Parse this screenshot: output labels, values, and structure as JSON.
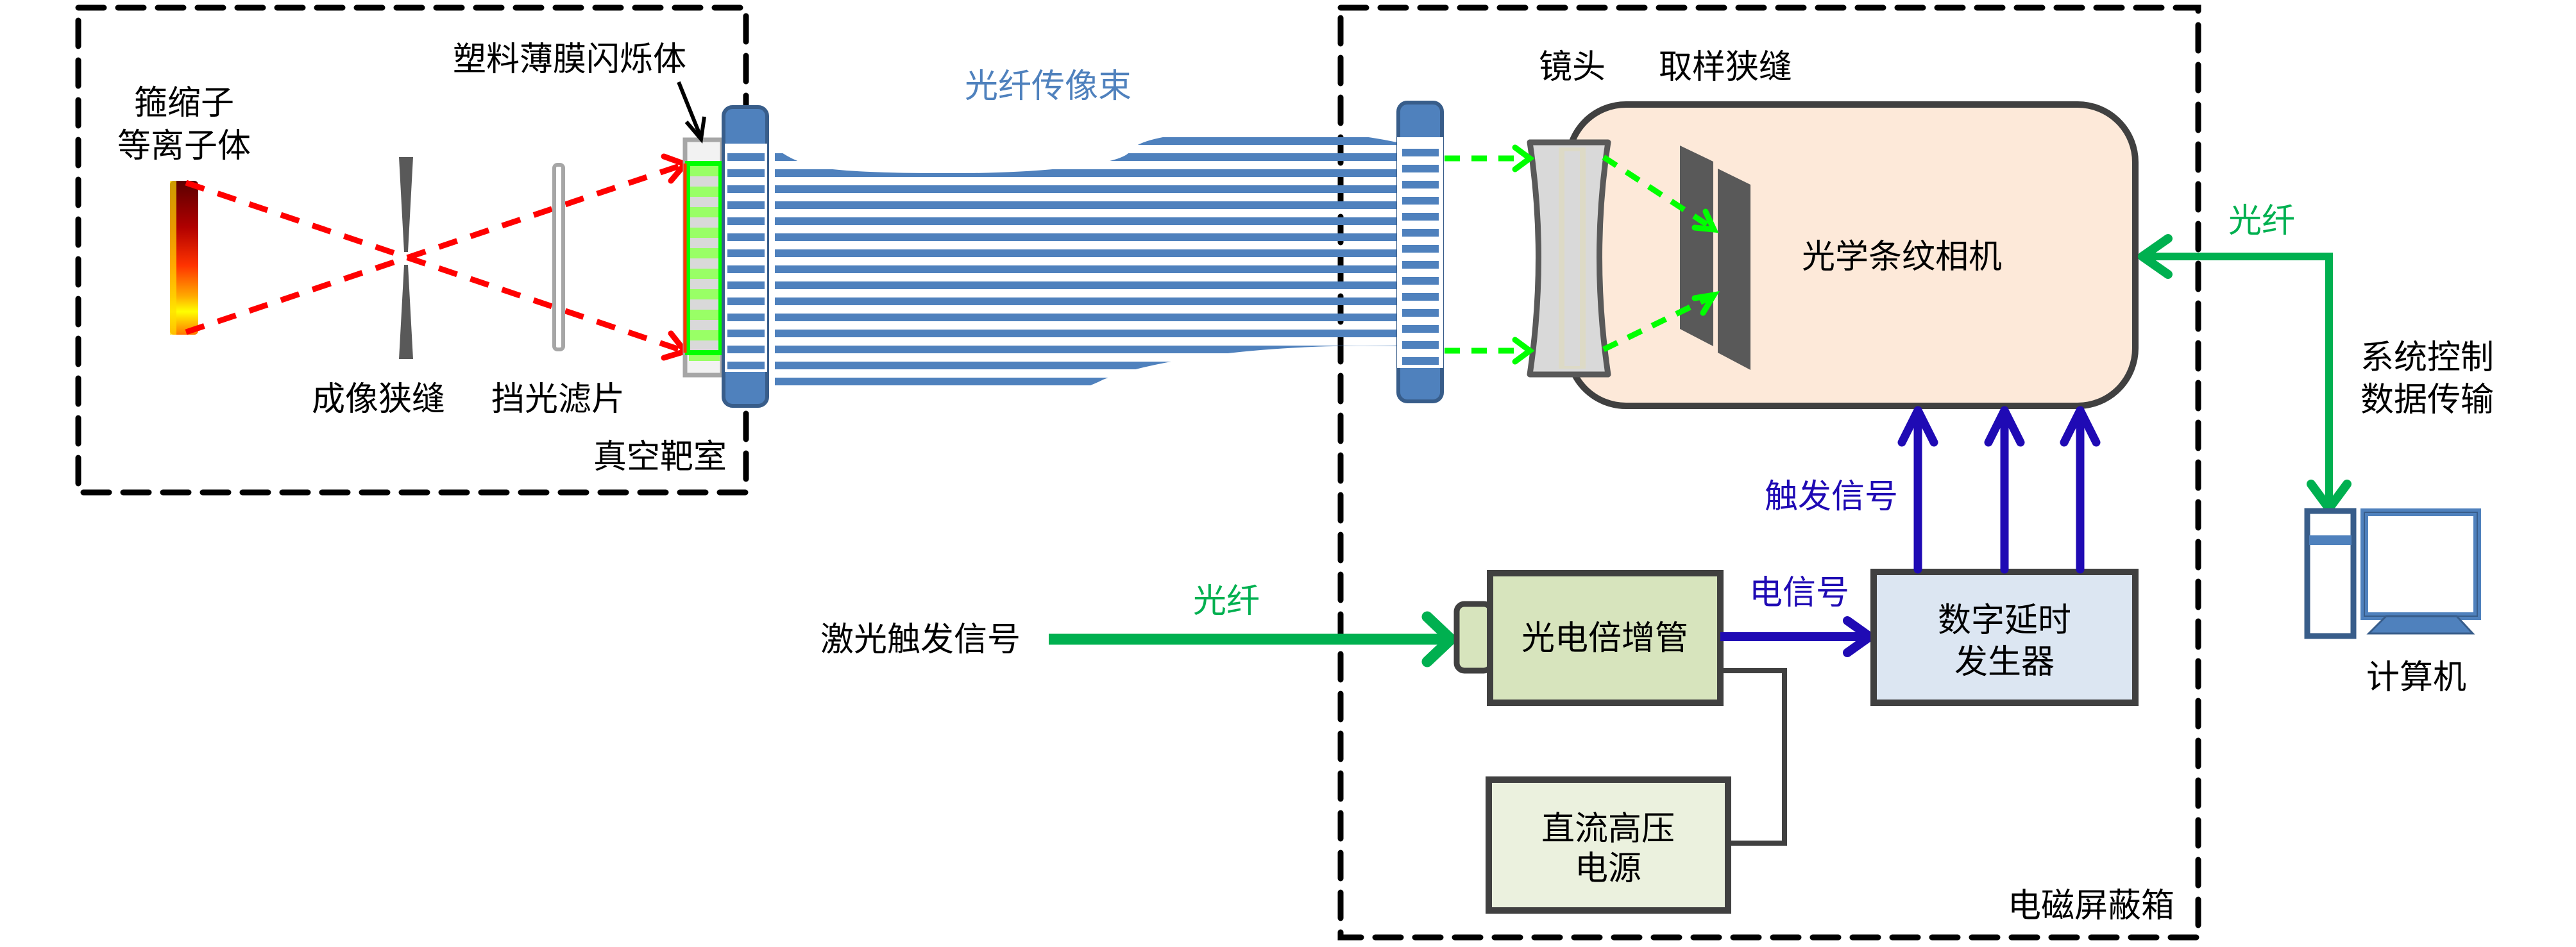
{
  "title": "光学条纹相机测量系统示意图",
  "colors": {
    "fiber_blue": "#4F81BD",
    "fiber_dark": "#385D8A",
    "beam_red": "#FF0000",
    "beam_green": "#00FF00",
    "fiber_cable_green": "#00B050",
    "signal_navy": "#1F0AB4",
    "camera_fill": "#FDE9D9",
    "pmt_fill": "#D7E4BD",
    "hv_fill": "#EBF1DE",
    "delay_fill": "#DCE6F2",
    "box_stroke": "#404040"
  },
  "regions": {
    "vacuum_chamber": {
      "label": "真空靶室"
    },
    "em_shield_box": {
      "label": "电磁屏蔽箱"
    }
  },
  "components": {
    "plasma": {
      "label_line1": "箍缩子",
      "label_line2": "等离子体"
    },
    "imaging_slit": {
      "label": "成像狭缝"
    },
    "filter": {
      "label": "挡光滤片"
    },
    "scintillator": {
      "label": "塑料薄膜闪烁体"
    },
    "fiber_bundle": {
      "label": "光纤传像束"
    },
    "lens": {
      "label": "镜头"
    },
    "sampling_slit": {
      "label": "取样狭缝"
    },
    "streak_camera": {
      "label": "光学条纹相机"
    },
    "pmt": {
      "label": "光电倍增管"
    },
    "delay_generator": {
      "label_line1": "数字延时",
      "label_line2": "发生器"
    },
    "hv_supply": {
      "label_line1": "直流高压",
      "label_line2": "电源"
    },
    "computer": {
      "label": "计算机"
    }
  },
  "signals": {
    "laser_trigger": {
      "label": "激光触发信号"
    },
    "fiber_in": {
      "label": "光纤"
    },
    "electric_signal": {
      "label": "电信号"
    },
    "trigger_signal": {
      "label": "触发信号"
    },
    "fiber_control": {
      "label": "光纤"
    },
    "control_data": {
      "label_line1": "系统控制",
      "label_line2": "数据传输"
    }
  }
}
